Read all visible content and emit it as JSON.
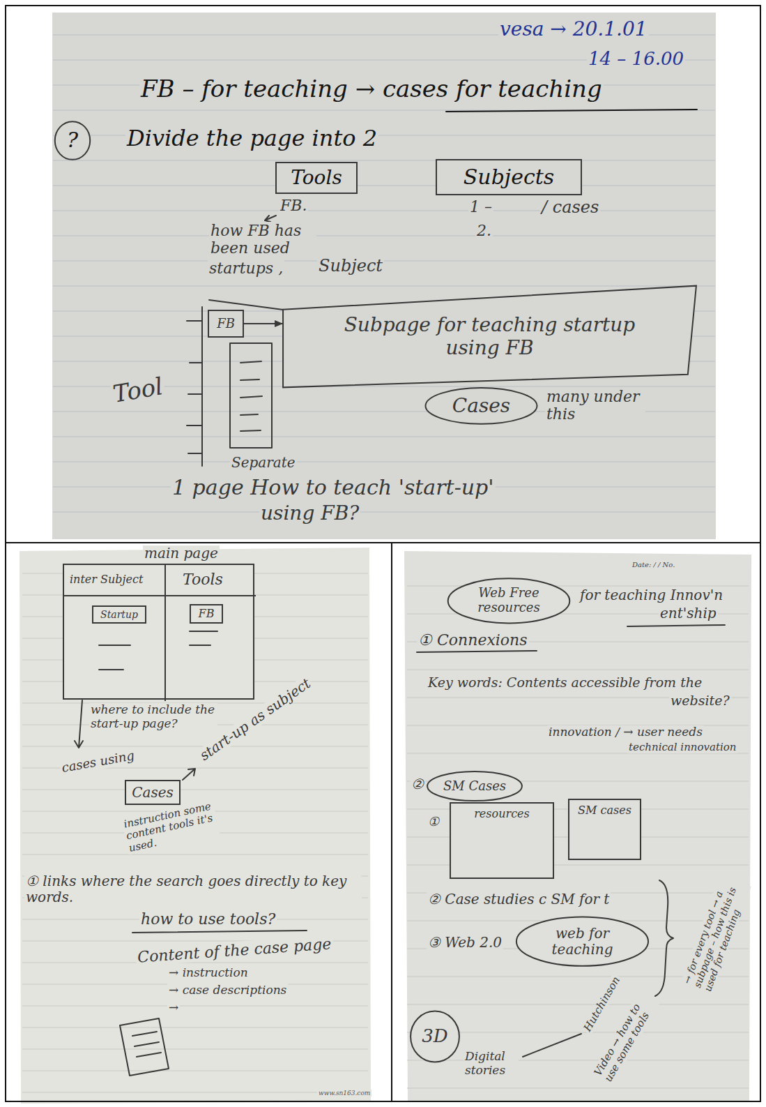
{
  "diagram": {
    "nodes": [
      {
        "text": [
          "?"
        ]
      },
      {
        "text": [
          "Tools"
        ]
      },
      {
        "text": [
          "Subjects"
        ]
      },
      {
        "text": [
          "FB"
        ]
      },
      {
        "text": [
          "Subpage for teaching startup using FB"
        ]
      },
      {
        "text": [
          "Cases"
        ]
      },
      {
        "text": [
          "inter Subject",
          "Tools"
        ]
      },
      {
        "text": [
          "Startup"
        ],
        "in": 6
      },
      {
        "text": [
          "FB"
        ],
        "in": 6
      },
      {
        "text": [
          "Cases"
        ]
      },
      {
        "text": [
          "Web Free resources"
        ]
      },
      {
        "text": [
          "SM Cases"
        ]
      },
      {
        "text": [
          "resources"
        ]
      },
      {
        "text": [
          "SM cases"
        ]
      },
      {
        "text": [
          "web for teaching"
        ]
      },
      {
        "text": [
          "3D"
        ]
      }
    ],
    "edges": [
      {
        "from": 3,
        "to": 4,
        "arrow": "to"
      }
    ],
    "labels": [
      "vesa → 20.1.01",
      "14 – 16.00",
      "FB – for teaching → cases for teaching",
      "Divide the page into 2",
      "FB.",
      "1 –",
      "2.",
      "/ cases",
      "how FB has been used",
      "startups ,",
      "Subject",
      "Tool",
      "many under this",
      "Separate",
      "1 page How to teach 'start-up'",
      "using FB?",
      "main page",
      "where to include the start-up page?",
      "cases using",
      "start-up as subject",
      "instruction some content tools it's used.",
      "① links where the search goes directly to key words.",
      "how to use tools?",
      "Content of the case page",
      "→ instruction",
      "→ case descriptions",
      "→",
      "www.sn163.com",
      "Date: / / No.",
      "for teaching Innov'n",
      "ent'ship",
      "① Connexions",
      "Key words: Contents accessible from the",
      "website?",
      "innovation / → user needs",
      "technical innovation",
      "②",
      "①",
      "② Case studies c SM for t",
      "③ Web 2.0",
      "→ for every tool → a subpage – how this is used for teaching",
      "Hutchinson",
      "Video → how to use some tools",
      "Digital stories"
    ]
  }
}
